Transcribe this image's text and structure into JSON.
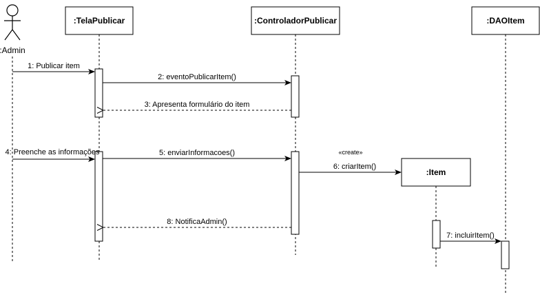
{
  "participants": {
    "admin": ":Admin",
    "tela": ":TelaPublicar",
    "controlador": ":ControladorPublicar",
    "dao": ":DAOItem",
    "item": ":Item"
  },
  "messages": {
    "m1": "1: Publicar item",
    "m2": "2: eventoPublicarItem()",
    "m3": "3: Apresenta formulário do item",
    "m4": "4: Preenche as informações",
    "m5": "5: enviarInformacoes()",
    "m6": "6: criarItem()",
    "m6_stereotype": "«create»",
    "m7": "7: incluirItem()",
    "m8": "8: NotificaAdmin()"
  }
}
